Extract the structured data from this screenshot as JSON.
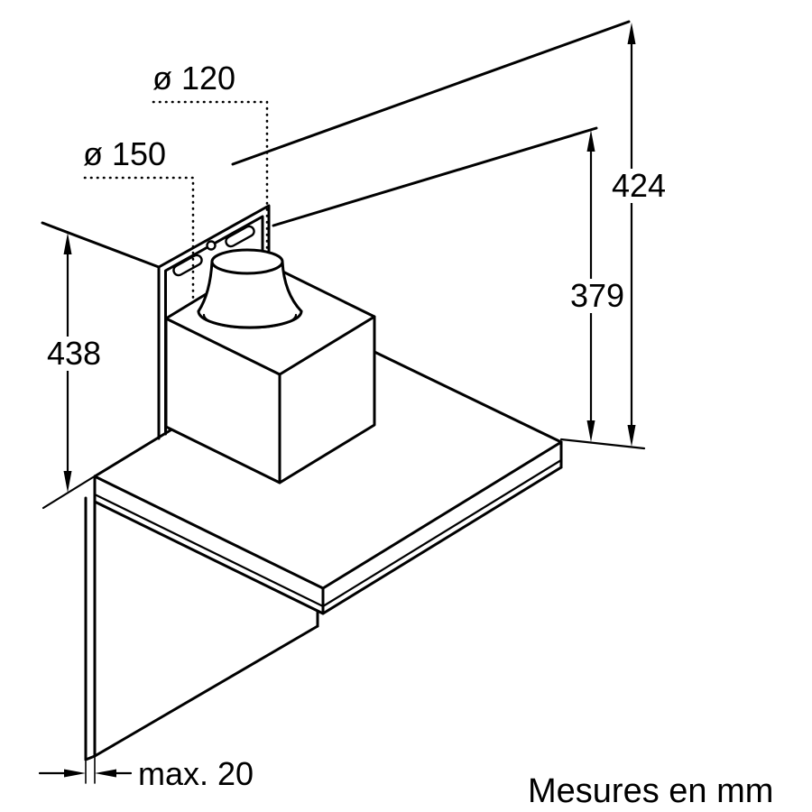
{
  "diagram": {
    "labels": {
      "duct_diameter_top": "ø 120",
      "duct_diameter_base": "ø 150",
      "height_flue_max": "424",
      "height_flue_min": "379",
      "height_rear_panel": "438",
      "wall_gap": "max. 20"
    },
    "footer": {
      "units_note": "Mesures en mm"
    },
    "colors": {
      "line": "#000000",
      "background": "#ffffff"
    }
  }
}
